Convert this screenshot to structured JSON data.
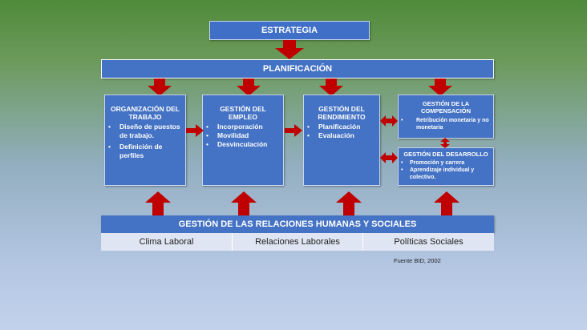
{
  "estrategia": "ESTRATEGIA",
  "planificacion": "PLANIFICACIÓN",
  "org": {
    "title_line1": "ORGANIZACIÓN DEL",
    "title_line2": "TRABAJO",
    "items": [
      "Diseño de puestos de trabajo.",
      "Definición de perfiles"
    ]
  },
  "empleo": {
    "title_line1": "GESTIÓN DEL",
    "title_line2": "EMPLEO",
    "items": [
      "Incorporación",
      "Movilidad",
      "Desvinculación"
    ]
  },
  "rendimiento": {
    "title_line1": "GESTIÓN DEL",
    "title_line2": "RENDIMIENTO",
    "items": [
      "Planificación",
      "Evaluación"
    ]
  },
  "compensacion": {
    "title_line1": "GESTIÓN DE LA",
    "title_line2": "COMPENSACIÓN",
    "items": [
      "Retribución monetaria y no monetaria"
    ]
  },
  "desarrollo": {
    "title": "GESTIÓN DEL DESARROLLO",
    "items": [
      "Promoción y carrera",
      "Aprendizaje individual y colectivo."
    ]
  },
  "relaciones": {
    "title": "GESTIÓN DE LAS RELACIONES HUMANAS Y SOCIALES",
    "cells": [
      "Clima Laboral",
      "Relaciones Laborales",
      "Políticas Sociales"
    ]
  },
  "source": "Fuente BID, 2002",
  "colors": {
    "box": "#4472c4",
    "arrow": "#c00000",
    "cell": "#dfe5f2"
  }
}
